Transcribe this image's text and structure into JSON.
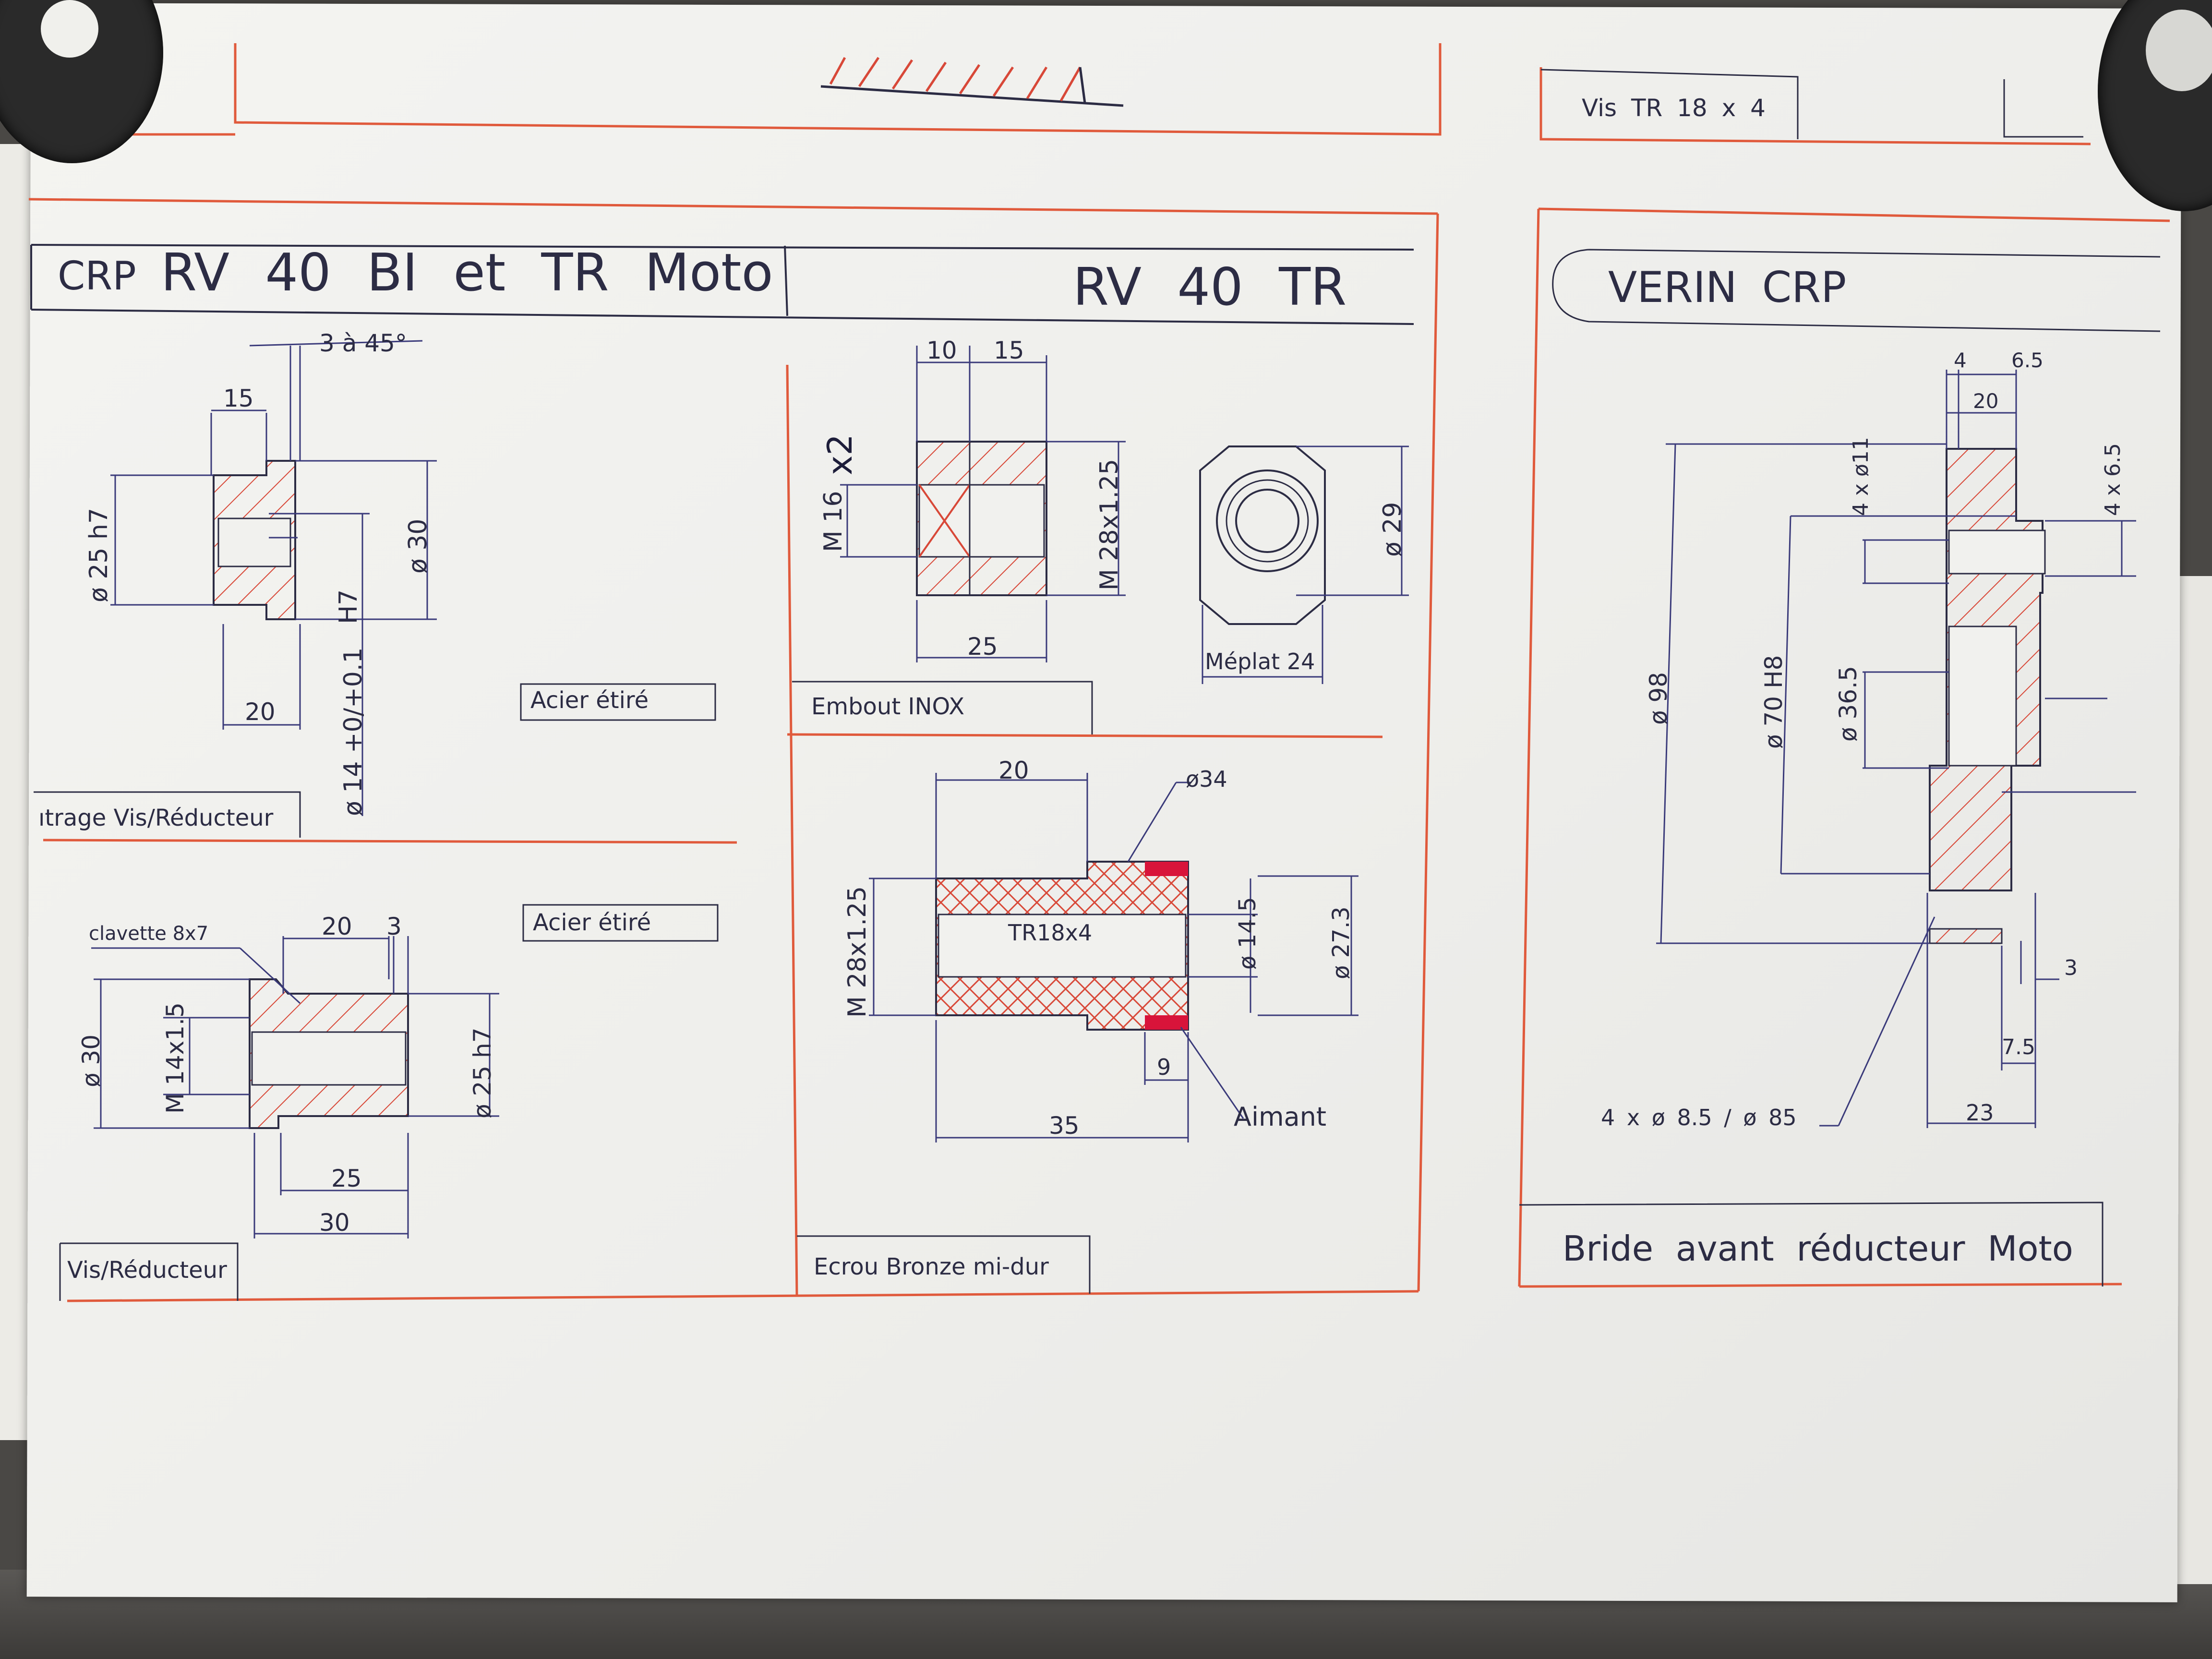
{
  "sheet_left": {
    "title_prefix": "CRP",
    "title_main": "RV 40 BI et TR Moto",
    "title_right": "RV 40 TR",
    "parts": {
      "centrage": {
        "caption": "ıtrage Vis/Réducteur",
        "material": "Acier étiré",
        "dims": {
          "chamfer": "3 à 45°",
          "w15": "15",
          "d25": "ø 25 h7",
          "d30": "ø 30",
          "h7": "H7",
          "tol": "ø 14 +0/+0.1",
          "w20": "20"
        }
      },
      "vis_reducteur": {
        "caption": "Vis/Réducteur",
        "material": "Acier étiré",
        "dims": {
          "key": "clavette 8x7",
          "w20": "20",
          "w3": "3",
          "d30": "ø 30",
          "thread": "M 14x1.5",
          "d25": "ø 25 h7",
          "w25": "25",
          "w30": "30"
        }
      },
      "embout": {
        "caption": "Embout INOX",
        "dims": {
          "w10": "10",
          "w15": "15",
          "thread_in": "M 16",
          "pitch_note": "x2",
          "thread_out": "M 28x1.25",
          "w25": "25",
          "d29": "ø 29",
          "flat": "Méplat 24"
        }
      },
      "ecrou": {
        "caption": "Ecrou Bronze mi-dur",
        "dims": {
          "w20": "20",
          "d34": "ø34",
          "thread": "M 28x1.25",
          "tr": "TR18x4",
          "d145": "ø 14.5",
          "d273": "ø 27.3",
          "w9": "9",
          "magnet": "Aimant",
          "w35": "35"
        }
      }
    }
  },
  "sheet_right": {
    "header_note": "Vis TR 18 x 4",
    "title": "VERIN CRP",
    "caption": "Bride avant réducteur Moto",
    "dims": {
      "w4": "4",
      "w65": "6.5",
      "w20": "20",
      "holes11": "4 x ø11",
      "holes65": "4 x 6.5",
      "d98": "ø 98",
      "d70": "ø 70 H8",
      "d365": "ø 36.5",
      "w3": "3",
      "w75": "7.5",
      "holes": "4 x ø 8.5 / ø 85",
      "w23": "23"
    }
  },
  "colors": {
    "frame": "#e05a3c",
    "ink": "#2c2c44",
    "dim": "#3a3a7a",
    "hatch": "#d84838",
    "magnet_fill": "#d8143a"
  }
}
